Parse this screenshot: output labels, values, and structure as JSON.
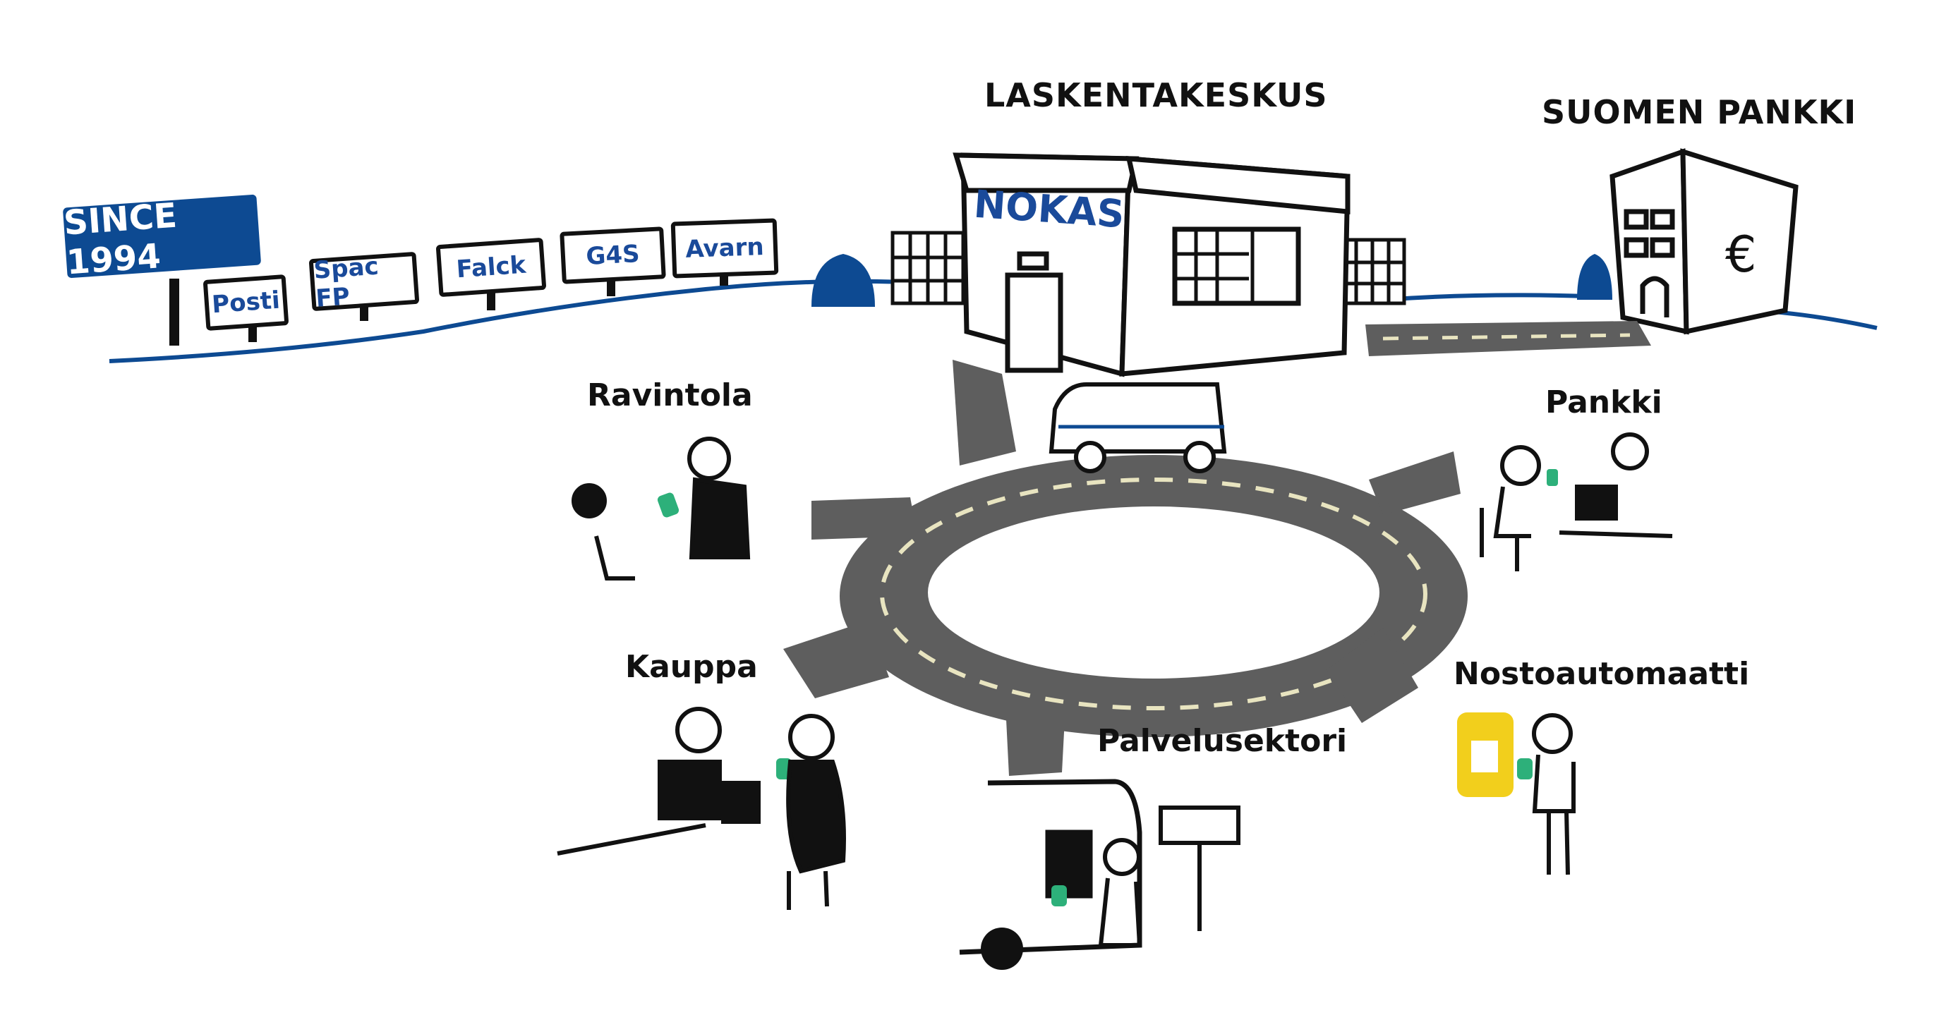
{
  "heading": {
    "center": "LASKENTAKESKUS",
    "right": "SUOMEN PANKKI"
  },
  "signs": {
    "since": "SINCE 1994",
    "companies": [
      "Posti",
      "Spac FP",
      "Falck",
      "G4S",
      "Avarn"
    ]
  },
  "buildings": {
    "nokas_label": "NOKAS",
    "bank_symbol": "€"
  },
  "locations": {
    "ravintola": "Ravintola",
    "pankki": "Pankki",
    "kauppa": "Kauppa",
    "nostoautomaatti": "Nostoautomaatti",
    "palvelusektori": "Palvelusektori"
  },
  "colors": {
    "brand_blue": "#0d4a92",
    "road_gray": "#5e5e5e",
    "cash_green": "#2db07a",
    "atm_yellow": "#f2cf1c"
  }
}
